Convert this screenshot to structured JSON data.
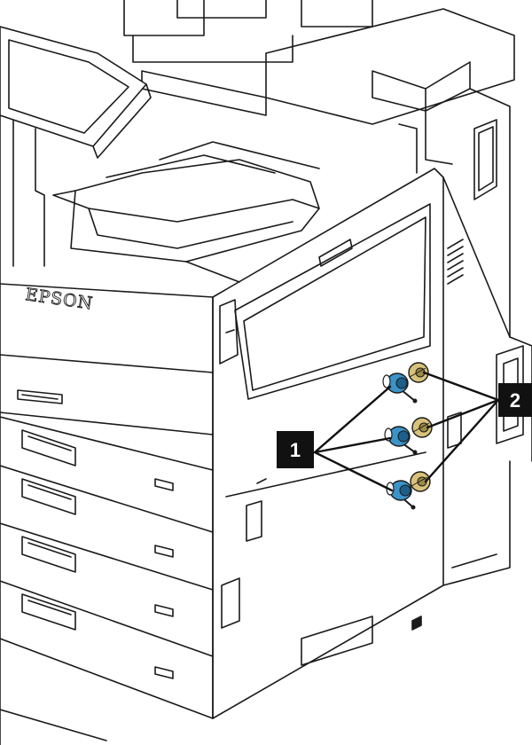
{
  "brand": {
    "text": "EPSON"
  },
  "callouts": [
    {
      "label": "1",
      "box_color": "#111111",
      "text_color": "#ffffff",
      "points_to": "blue-rollers"
    },
    {
      "label": "2",
      "box_color": "#111111",
      "text_color": "#ffffff",
      "points_to": "tan-rollers"
    }
  ],
  "colors": {
    "outline": "#1a1a1a",
    "blue_roller": "#3b93c7",
    "blue_roller_dark": "#1d5f8a",
    "tan_roller": "#d8c27a",
    "tan_roller_dark": "#9c8a45"
  },
  "icons": [
    "printer-illustration",
    "pickup-roller-icon",
    "leader-line"
  ]
}
